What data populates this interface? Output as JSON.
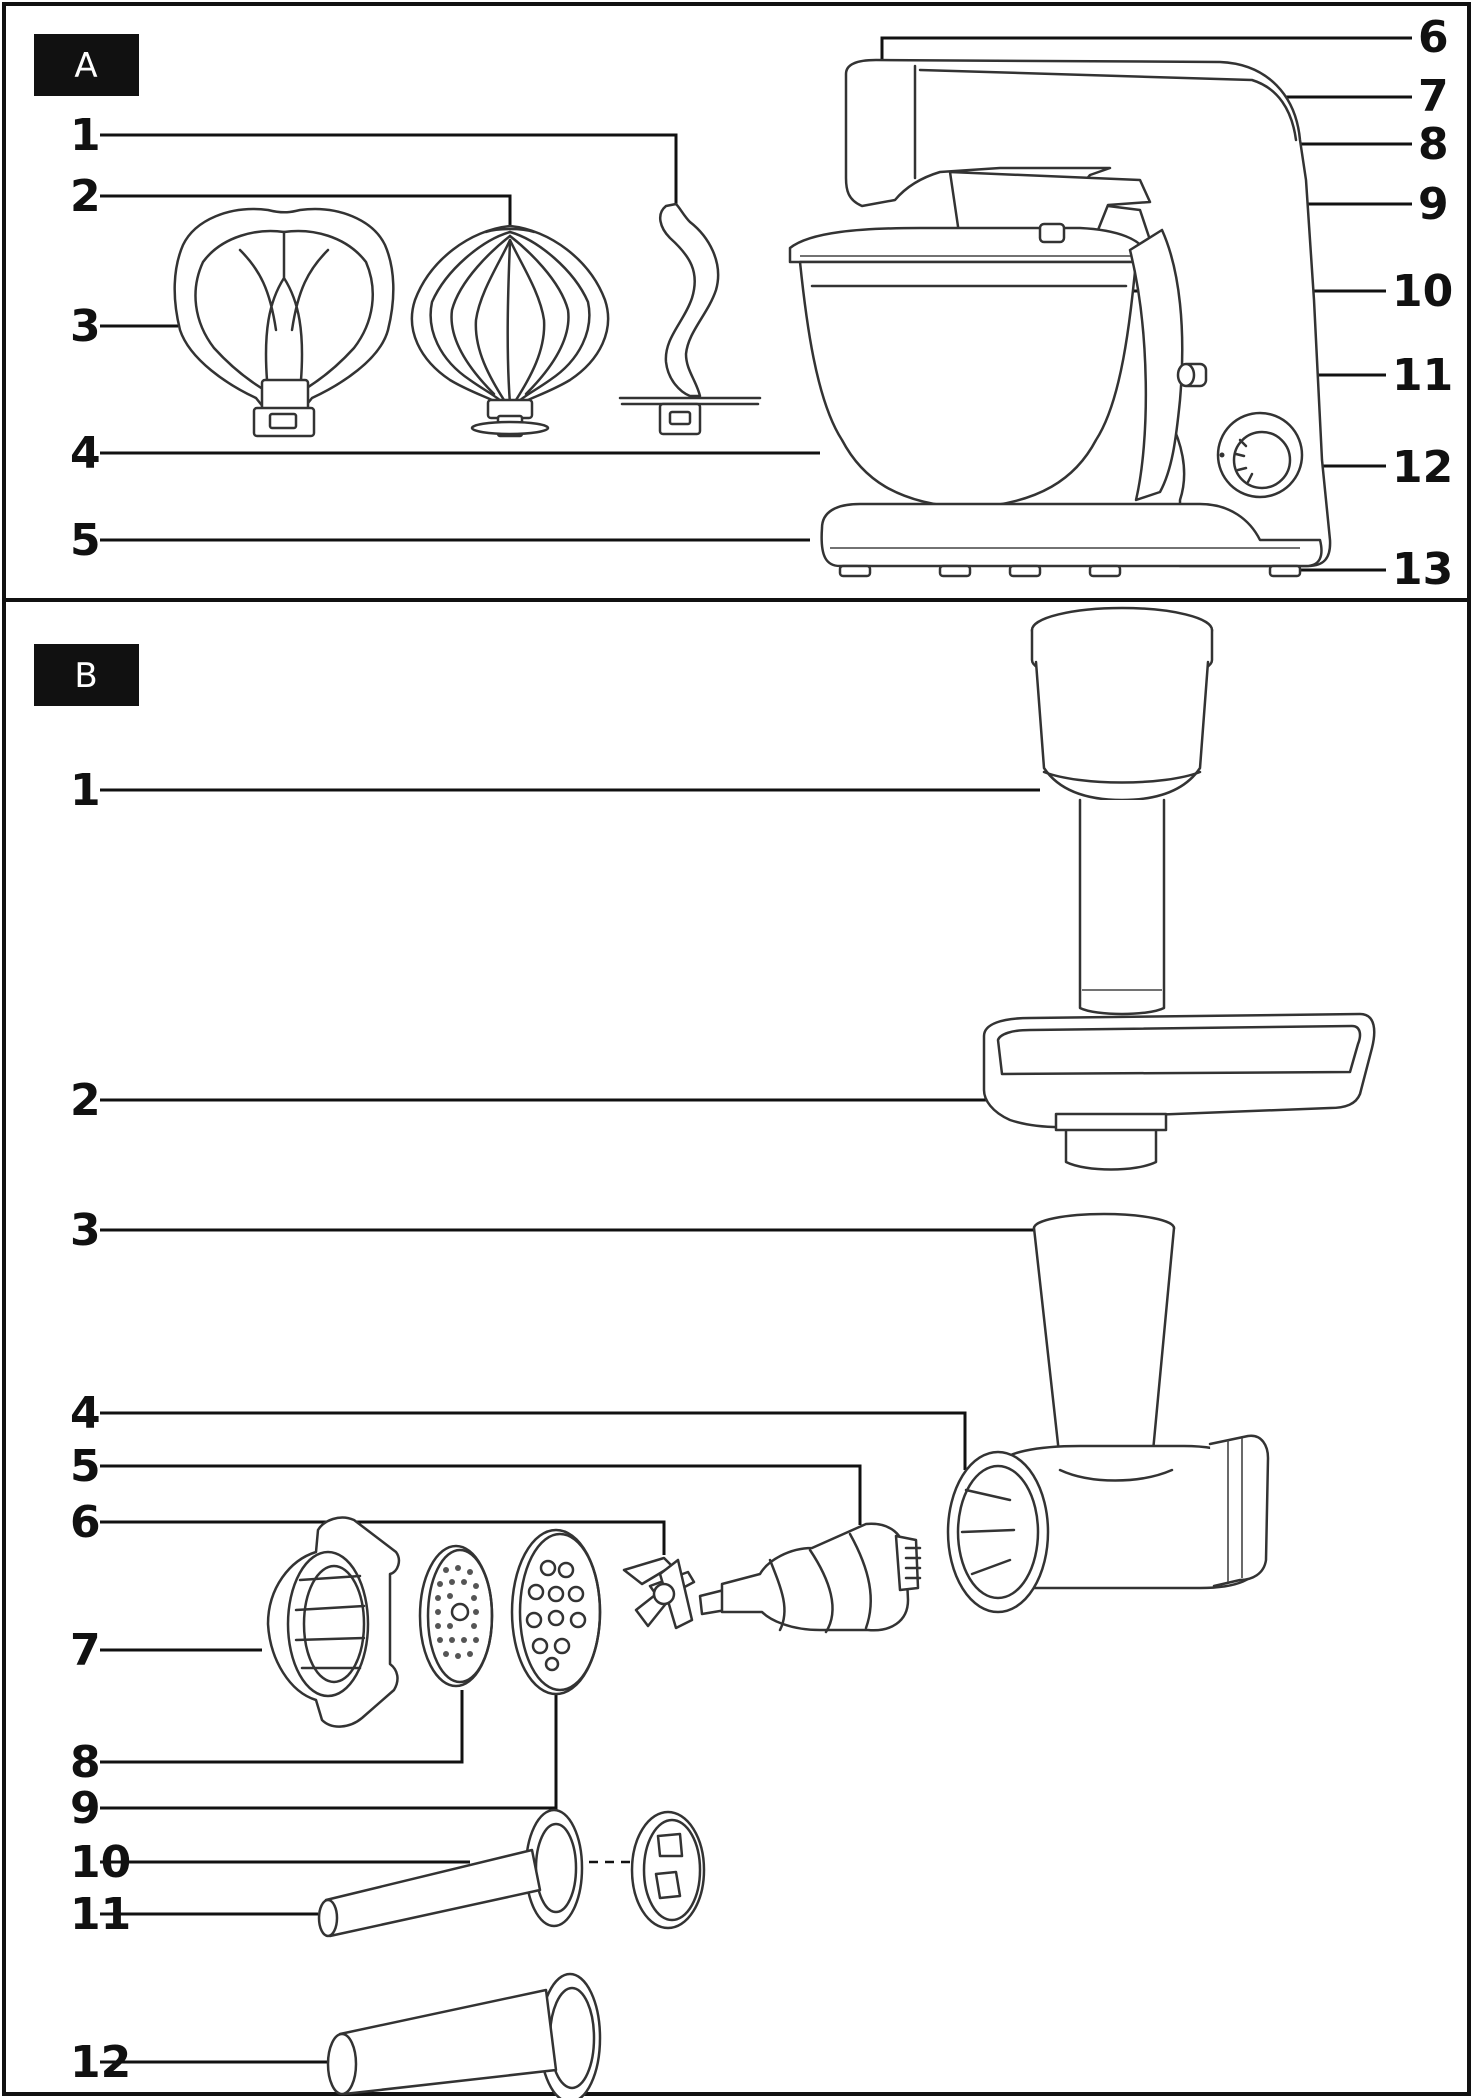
{
  "panels": {
    "a": {
      "tag": "A",
      "labels": [
        "1",
        "2",
        "3",
        "4",
        "5",
        "6",
        "7",
        "8",
        "9",
        "10",
        "11",
        "12",
        "13"
      ]
    },
    "b": {
      "tag": "B",
      "labels": [
        "1",
        "2",
        "3",
        "4",
        "5",
        "6",
        "7",
        "8",
        "9",
        "10",
        "11",
        "12"
      ]
    }
  }
}
